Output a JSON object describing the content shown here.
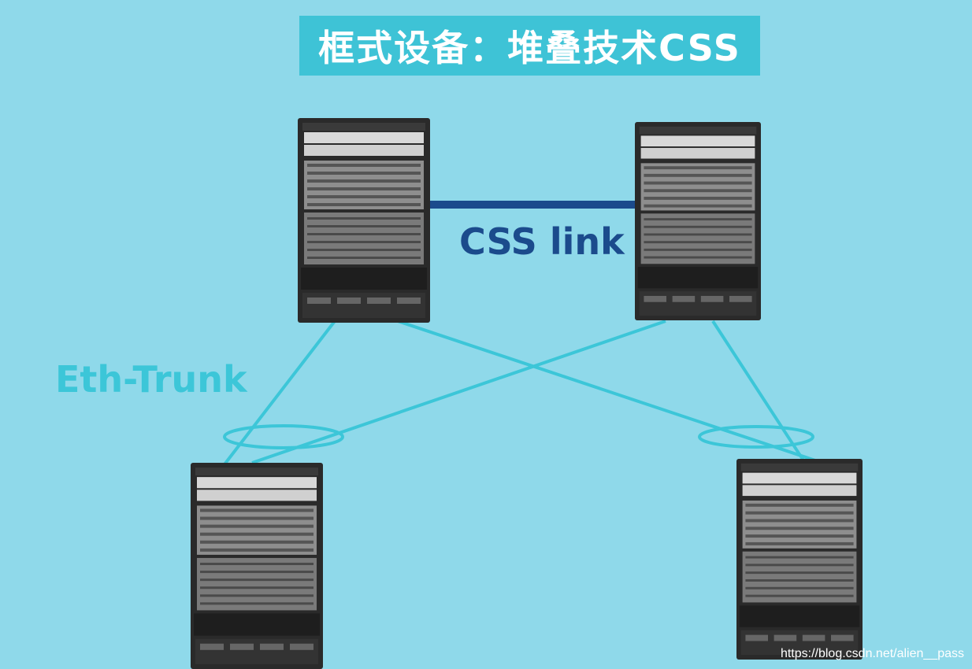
{
  "title": "框式设备：堆叠技术CSS",
  "css_link_label": "CSS link",
  "eth_trunk_label": "Eth-Trunk",
  "watermark": "https://blog.csdn.net/alien__pass",
  "colors": {
    "background": "#8fd9ea",
    "banner": "#3ec3d6",
    "css_link": "#1b4b8c",
    "eth_trunk": "#3cc6d8"
  },
  "devices": [
    {
      "id": "core-left"
    },
    {
      "id": "core-right"
    },
    {
      "id": "access-left"
    },
    {
      "id": "access-right"
    }
  ]
}
